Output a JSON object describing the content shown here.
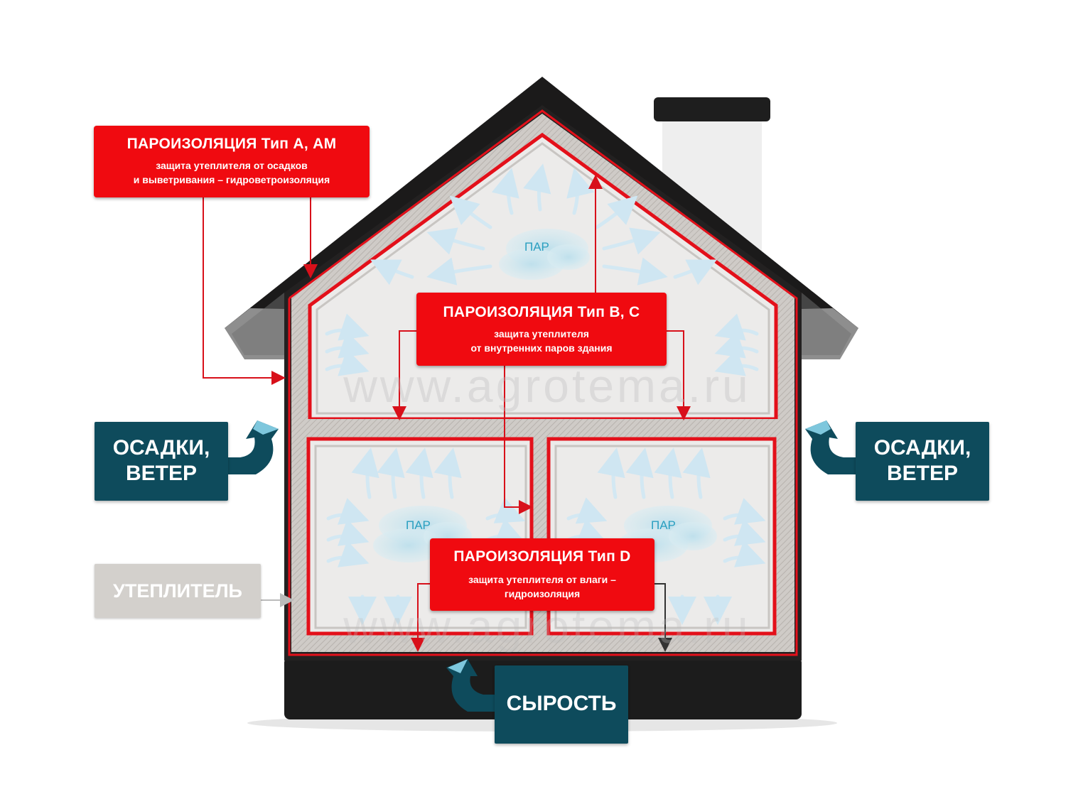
{
  "watermark": "www.agrotema.ru",
  "labels": {
    "type_a": {
      "title": "ПАРОИЗОЛЯЦИЯ Тип А, АМ",
      "line1": "защита утеплителя от осадков",
      "line2": "и выветривания – гидроветроизоляция"
    },
    "type_bc": {
      "title": "ПАРОИЗОЛЯЦИЯ Тип В, С",
      "line1": "защита утеплителя",
      "line2": "от внутренних паров здания"
    },
    "type_d": {
      "title": "ПАРОИЗОЛЯЦИЯ Тип D",
      "line1": "защита утеплителя от влаги –",
      "line2": "гидроизоляция"
    },
    "precip_left": {
      "line1": "ОСАДКИ,",
      "line2": "ВЕТЕР"
    },
    "precip_right": {
      "line1": "ОСАДКИ,",
      "line2": "ВЕТЕР"
    },
    "insulation": "УТЕПЛИТЕЛЬ",
    "damp": "СЫРОСТЬ"
  },
  "vapor": {
    "attic": "ПАР",
    "left_room": "ПАР",
    "right_room": "ПАР"
  },
  "colors": {
    "roof": "#1b1a1a",
    "wall": "#232121",
    "insulation": "#cfcbc7",
    "membrane": "#e3101a",
    "room": "#ecebea",
    "label_red": "#f00a10",
    "label_teal": "#0e4b5c",
    "label_gray": "#d3d0cc",
    "vapor": "#2a9fc0"
  }
}
